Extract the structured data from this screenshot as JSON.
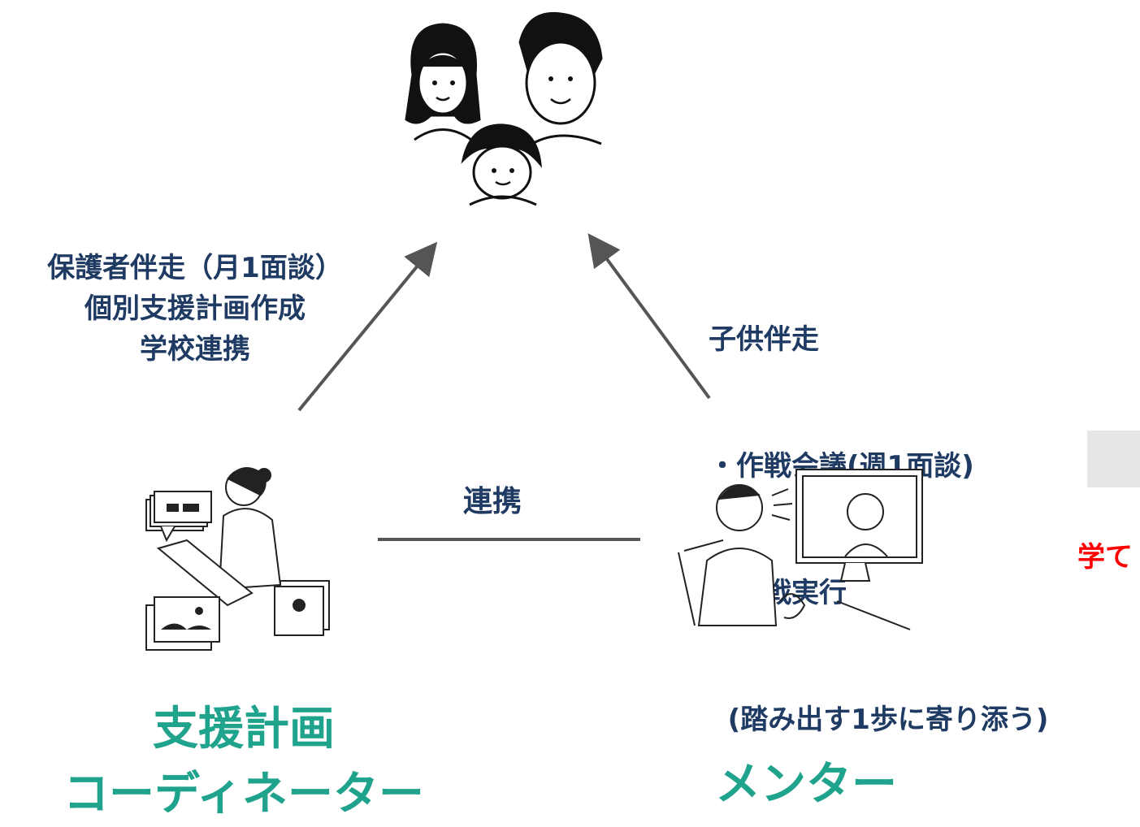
{
  "family": {
    "left_note_lines": [
      "保護者伴走（月1面談）",
      "個別支援計画作成",
      "学校連携"
    ],
    "right_note_lines": [
      "子供伴走",
      "・作戦会議(週1面談)",
      "・作戦実行",
      "  (踏み出す1歩に寄り添う)"
    ]
  },
  "link_label": "連携",
  "coordinator_label_lines": [
    "支援計画",
    "コーディネーター"
  ],
  "mentor_label": "メンター",
  "cropped_text": "学て",
  "colors": {
    "navy": "#1f3b63",
    "teal": "#1fa38c",
    "arrow": "#555555",
    "red": "#ff0000"
  }
}
